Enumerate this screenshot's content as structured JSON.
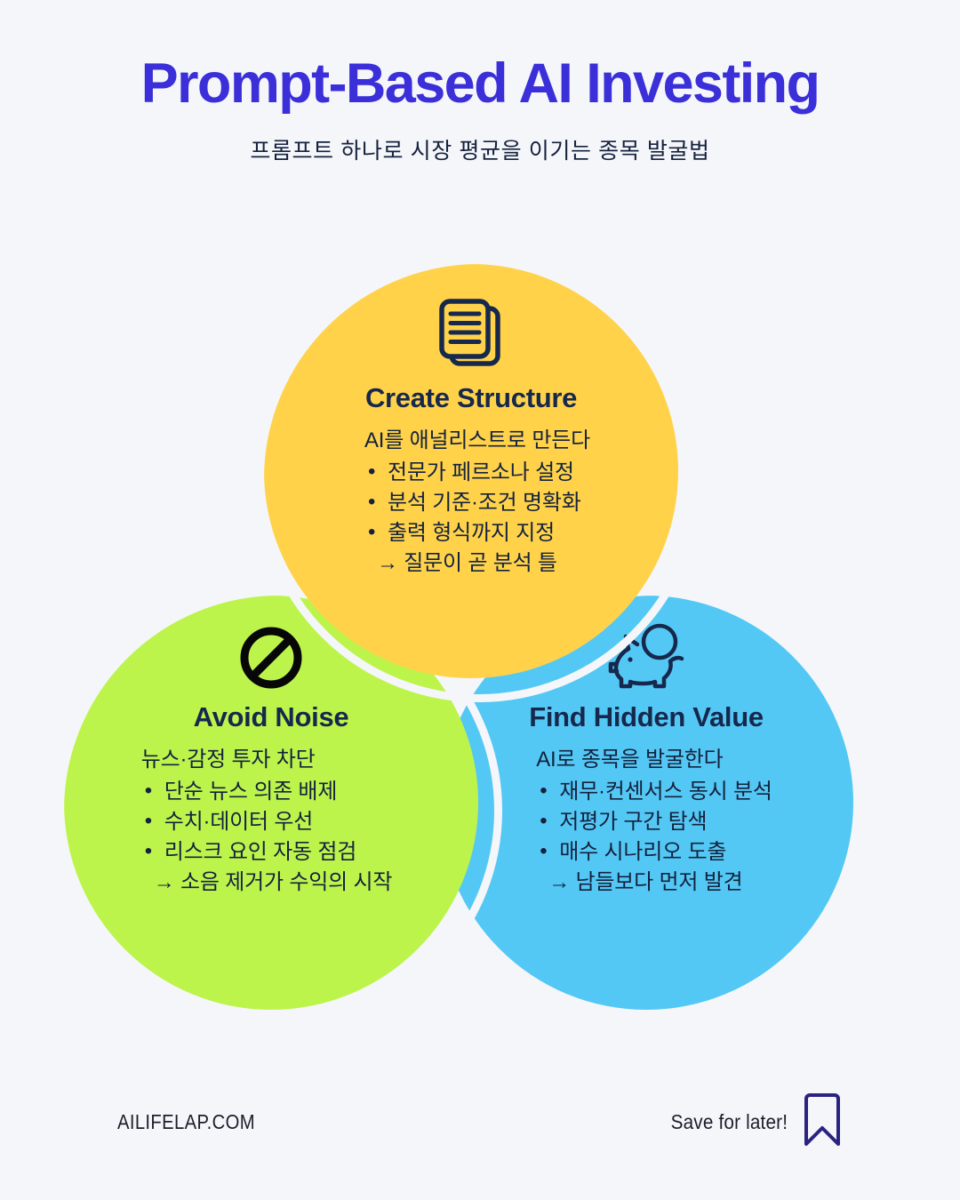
{
  "header": {
    "title": "Prompt-Based AI Investing",
    "subtitle": "프롬프트 하나로 시장 평균을 이기는 종목 발굴법",
    "title_color": "#3a2fd8"
  },
  "background_color": "#f5f6fa",
  "cards": [
    {
      "id": "create",
      "icon": "documents-icon",
      "color": "#ffd24a",
      "title": "Create Structure",
      "lead": "AI를 애널리스트로 만든다",
      "bullets": [
        "전문가 페르소나 설정",
        "분석 기준·조건 명확화",
        "출력 형식까지 지정"
      ],
      "conclusion": "→ 질문이 곧 분석 틀"
    },
    {
      "id": "avoid",
      "icon": "prohibition-icon",
      "color": "#bdf44c",
      "title": "Avoid Noise",
      "lead": "뉴스·감정 투자 차단",
      "bullets": [
        "단순 뉴스 의존 배제",
        "수치·데이터 우선",
        "리스크 요인 자동 점검"
      ],
      "conclusion": "→ 소음 제거가 수익의 시작"
    },
    {
      "id": "find",
      "icon": "piggy-bank-icon",
      "color": "#54c8f5",
      "title": "Find Hidden Value",
      "lead": "AI로 종목을 발굴한다",
      "bullets": [
        "재무·컨센서스 동시 분석",
        "저평가 구간 탐색",
        "매수 시나리오 도출"
      ],
      "conclusion": "→ 남들보다 먼저 발견"
    }
  ],
  "footer": {
    "brand": "AILIFELAP.COM",
    "save_label": "Save for later!",
    "bookmark_icon": "bookmark-icon"
  }
}
